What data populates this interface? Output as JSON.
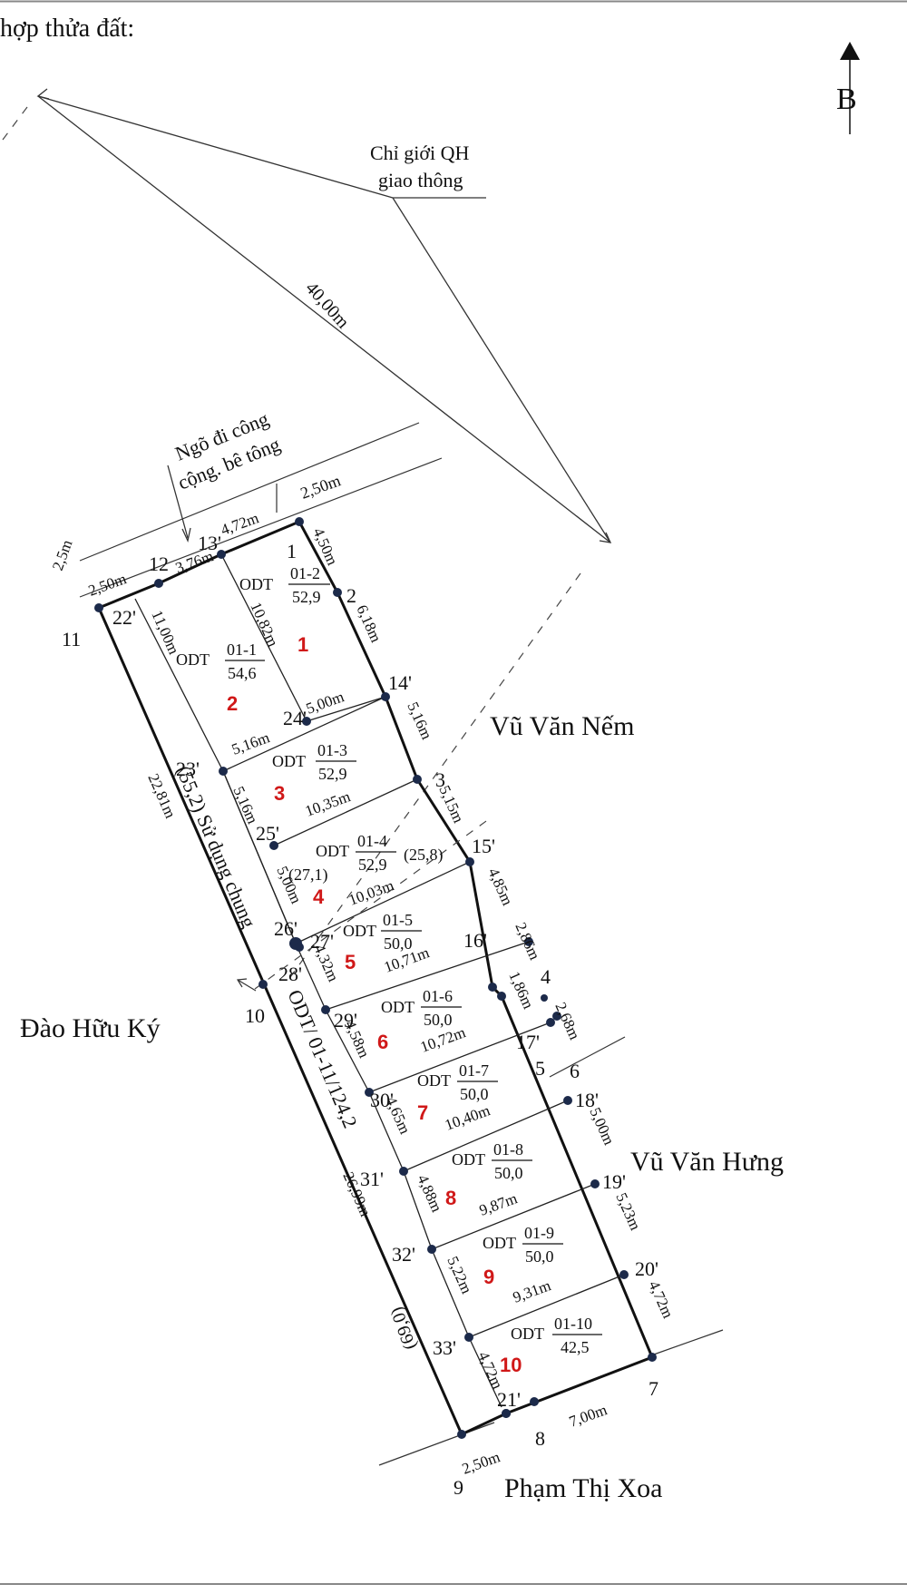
{
  "header": {
    "title": "hợp thửa đất:"
  },
  "north": {
    "label": "B"
  },
  "annotations": {
    "road_limit_line1": "Chỉ giới QH",
    "road_limit_line2": "giao thông",
    "distance_40": "40,00m",
    "alley_line1": "Ngõ đi công",
    "alley_line2": "cộng. bê tông",
    "alley_width": "2,50m",
    "shared_use": "(55,2) Sử dụng chung",
    "shared_parcel": "ODT/ 01-11/124,2",
    "area_27": "(27,1)",
    "area_25": "(25,8)",
    "area_69": "(69,0)"
  },
  "neighbors": {
    "north_east": "Vũ Văn Nếm",
    "east": "Vũ Văn Hưng",
    "west": "Đào Hữu Ký",
    "south": "Phạm Thị Xoa"
  },
  "parcels": [
    {
      "num": "1",
      "code": "01-2",
      "area": "52,9",
      "use": "ODT"
    },
    {
      "num": "2",
      "code": "01-1",
      "area": "54,6",
      "use": "ODT"
    },
    {
      "num": "3",
      "code": "01-3",
      "area": "52,9",
      "use": "ODT"
    },
    {
      "num": "4",
      "code": "01-4",
      "area": "52,9",
      "use": "ODT"
    },
    {
      "num": "5",
      "code": "01-5",
      "area": "50,0",
      "use": "ODT"
    },
    {
      "num": "6",
      "code": "01-6",
      "area": "50,0",
      "use": "ODT"
    },
    {
      "num": "7",
      "code": "01-7",
      "area": "50,0",
      "use": "ODT"
    },
    {
      "num": "8",
      "code": "01-8",
      "area": "50,0",
      "use": "ODT"
    },
    {
      "num": "9",
      "code": "01-9",
      "area": "50,0",
      "use": "ODT"
    },
    {
      "num": "10",
      "code": "01-10",
      "area": "42,5",
      "use": "ODT"
    }
  ],
  "points": {
    "p1": "1",
    "p2": "2",
    "p3": "3",
    "p4": "4",
    "p5": "5",
    "p6": "6",
    "p7": "7",
    "p8": "8",
    "p9": "9",
    "p10": "10",
    "p11": "11",
    "p12": "12",
    "p13": "13'",
    "p14": "14'",
    "p15": "15'",
    "p16": "16'",
    "p17": "17'",
    "p18": "18'",
    "p19": "19'",
    "p20": "20'",
    "p21": "21'",
    "p22": "22'",
    "p23": "23'",
    "p24": "24'",
    "p25": "25'",
    "p26": "26'",
    "p27": "27'",
    "p28": "28'",
    "p29": "29'",
    "p30": "30'",
    "p31": "31'",
    "p32": "32'",
    "p33": "33'"
  },
  "dims": {
    "d_2_5": "2,5m",
    "d_2_50_top": "2,50m",
    "d_4_72_top": "4,72m",
    "d_3_76": "3,76m",
    "d_4_50": "4,50m",
    "d_6_18": "6,18m",
    "d_10_82": "10,82m",
    "d_11_00": "11,00m",
    "d_5_00_24": "5,00m",
    "d_5_16_23": "5,16m",
    "d_5_16_right": "5,16m",
    "d_5_16_left": "5,16m",
    "d_10_35": "10,35m",
    "d_5_15": "5,15m",
    "d_22_81": "22,81m",
    "d_5_00_left": "5,00m",
    "d_10_03": "10,03m",
    "d_4_85": "4,85m",
    "d_2_86": "2,86m",
    "d_4_32": "4,32m",
    "d_10_71": "10,71m",
    "d_1_86": "1,86m",
    "d_2_68": "2,68m",
    "d_4_58": "4,58m",
    "d_10_72": "10,72m",
    "d_4_65": "4,65m",
    "d_10_40": "10,40m",
    "d_5_00_right": "5,00m",
    "d_26_99": "26,99m",
    "d_4_88": "4,88m",
    "d_9_87": "9,87m",
    "d_5_23": "5,23m",
    "d_5_22": "5,22m",
    "d_9_31": "9,31m",
    "d_4_72_right": "4,72m",
    "d_4_72_bottom": "4,72m",
    "d_7_00": "7,00m",
    "d_2_50_bottom": "2,50m"
  }
}
